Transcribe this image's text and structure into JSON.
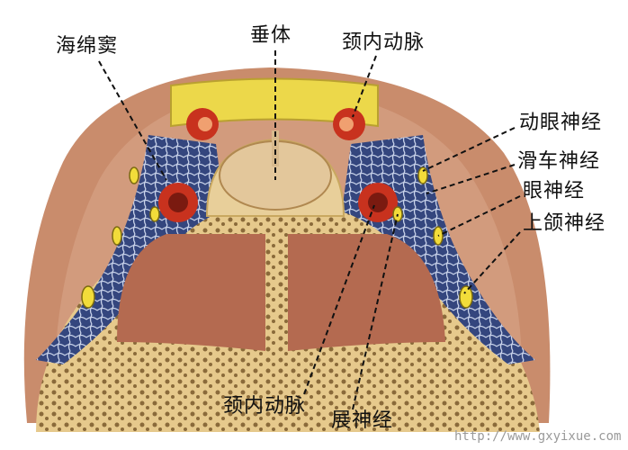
{
  "labels": {
    "cavernous_sinus": "海绵窦",
    "pituitary": "垂体",
    "internal_carotid_top": "颈内动脉",
    "oculomotor_nerve": "动眼神经",
    "trochlear_nerve": "滑车神经",
    "ophthalmic_nerve": "眼神经",
    "maxillary_nerve": "上颌神经",
    "internal_carotid_bottom": "颈内动脉",
    "abducens_nerve": "展神经"
  },
  "watermark": "http://www.gxyixue.com",
  "colors": {
    "tissue": "#c98c6c",
    "sinus": "#3a4f86",
    "bone": "#e9cf94",
    "artery": "#c8321e",
    "nerve": "#f2dc3a"
  }
}
